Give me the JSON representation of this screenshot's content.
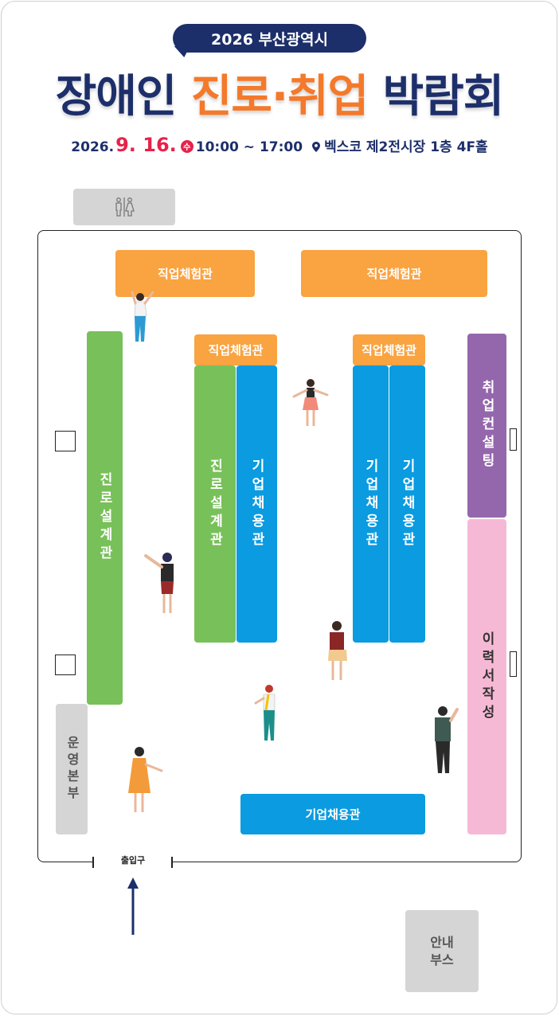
{
  "header": {
    "badge": "2026 부산광역시",
    "title_part1": "장애인 ",
    "title_part2": "진로·취업",
    "title_part3": " 박람회",
    "date_prefix": "2026.",
    "date_month_day": "9. 16.",
    "weekday": "수",
    "time": "10:00 ~ 17:00",
    "venue": "벡스코 제2전시장 1층 4F홀"
  },
  "facilities": {
    "restroom_icon": "restroom-icon",
    "entrance": "출입구",
    "info_booth": "안내\n부스",
    "operations": "운영본부"
  },
  "booths": {
    "job_experience": "직업체험관",
    "career_design": "진로설계관",
    "company_hiring": "기업채용관",
    "job_consulting": "취업컨설팅",
    "resume_writing": "이력서작성"
  },
  "colors": {
    "navy": "#1d2f6a",
    "orange": "#f9a341",
    "green": "#78c059",
    "blue": "#0a9be0",
    "purple": "#9467ac",
    "pink": "#f6b9d5",
    "gray": "#d5d5d5",
    "accent_red": "#e6224b"
  }
}
